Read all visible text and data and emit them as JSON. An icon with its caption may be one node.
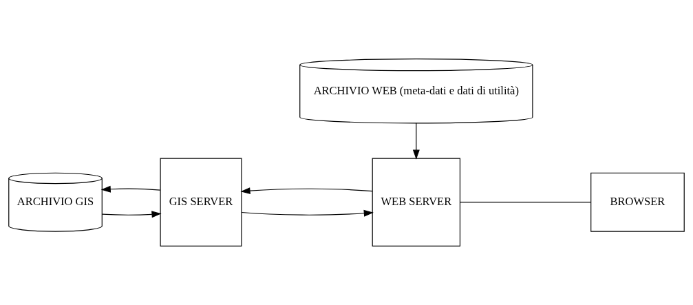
{
  "diagram": {
    "nodes": [
      {
        "text": [
          "ARCHIVIO GIS"
        ]
      },
      {
        "text": [
          "GIS SERVER"
        ]
      },
      {
        "text": [
          "WEB SERVER"
        ]
      },
      {
        "text": [
          "BROWSER"
        ]
      },
      {
        "text": [
          "ARCHIVIO WEB (meta-dati e dati di utilità)"
        ]
      }
    ],
    "edges": [
      {
        "from": 0,
        "to": 1,
        "arrow": "to"
      },
      {
        "from": 1,
        "to": 0,
        "arrow": "to"
      },
      {
        "from": 1,
        "to": 2,
        "arrow": "to"
      },
      {
        "from": 2,
        "to": 1,
        "arrow": "to"
      },
      {
        "from": 2,
        "to": 3,
        "arrow": "none"
      },
      {
        "from": 4,
        "to": 2,
        "arrow": "to"
      }
    ]
  }
}
